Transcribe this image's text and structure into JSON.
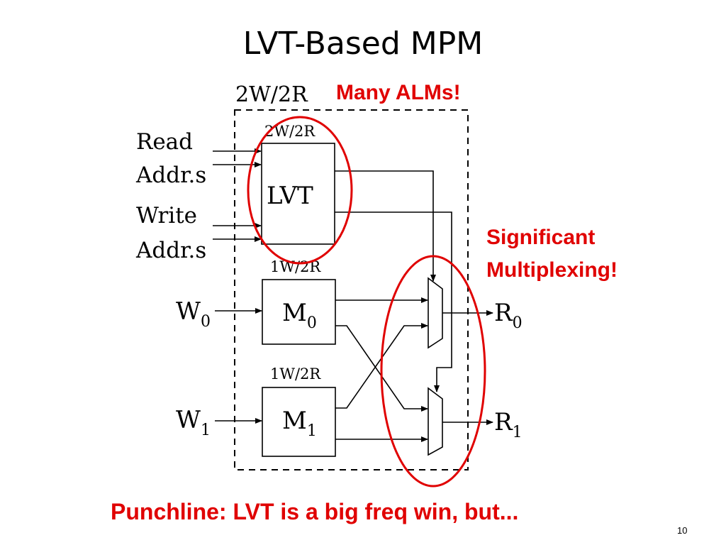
{
  "slide": {
    "title": "LVT-Based MPM",
    "page_number": "10"
  },
  "annotations": {
    "many_alms": "Many ALMs!",
    "significant_line1": "Significant",
    "significant_line2": "Multiplexing!",
    "punchline": "Punchline: LVT is a big freq win, but..."
  },
  "diagram": {
    "outer_label": "2W/2R",
    "lvt": {
      "port_label": "2W/2R",
      "name": "LVT"
    },
    "read_label_1": "Read",
    "read_label_2": "Addr.s",
    "write_label_1": "Write",
    "write_label_2": "Addr.s",
    "m0": {
      "port_label": "1W/2R",
      "name": "M",
      "sub": "0"
    },
    "m1": {
      "port_label": "1W/2R",
      "name": "M",
      "sub": "1"
    },
    "w0": {
      "name": "W",
      "sub": "0"
    },
    "w1": {
      "name": "W",
      "sub": "1"
    },
    "r0": {
      "name": "R",
      "sub": "0"
    },
    "r1": {
      "name": "R",
      "sub": "1"
    }
  },
  "colors": {
    "highlight": "#e00000",
    "line": "#000000"
  }
}
